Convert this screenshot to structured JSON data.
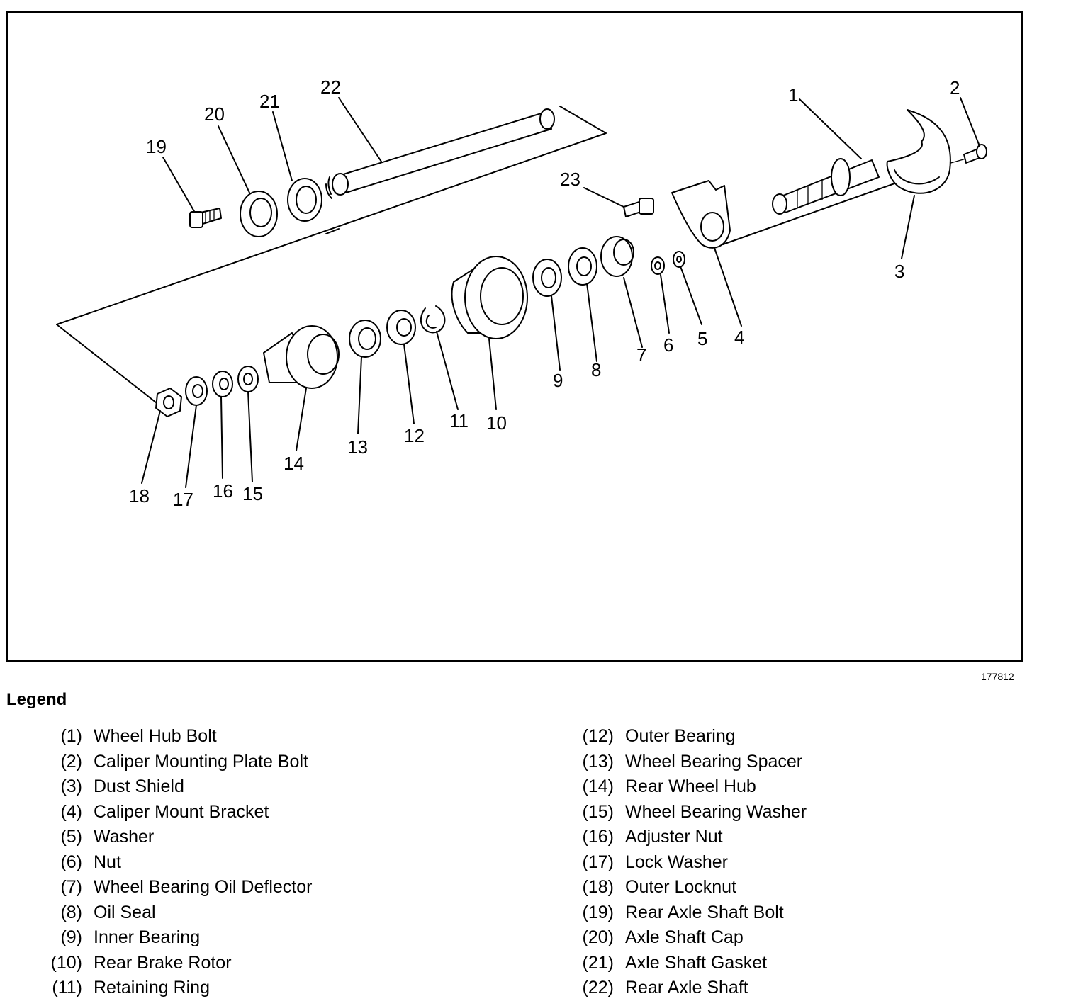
{
  "figure_id": "177812",
  "legend_title": "Legend",
  "callouts": [
    "1",
    "2",
    "3",
    "4",
    "5",
    "6",
    "7",
    "8",
    "9",
    "10",
    "11",
    "12",
    "13",
    "14",
    "15",
    "16",
    "17",
    "18",
    "19",
    "20",
    "21",
    "22",
    "23"
  ],
  "legend": {
    "left": [
      {
        "num": "(1)",
        "label": "Wheel Hub Bolt"
      },
      {
        "num": "(2)",
        "label": "Caliper Mounting Plate Bolt"
      },
      {
        "num": "(3)",
        "label": "Dust Shield"
      },
      {
        "num": "(4)",
        "label": "Caliper Mount Bracket"
      },
      {
        "num": "(5)",
        "label": "Washer"
      },
      {
        "num": "(6)",
        "label": "Nut"
      },
      {
        "num": "(7)",
        "label": "Wheel Bearing Oil Deflector"
      },
      {
        "num": "(8)",
        "label": "Oil Seal"
      },
      {
        "num": "(9)",
        "label": "Inner Bearing"
      },
      {
        "num": "(10)",
        "label": "Rear Brake Rotor"
      },
      {
        "num": "(11)",
        "label": "Retaining Ring"
      }
    ],
    "right": [
      {
        "num": "(12)",
        "label": "Outer Bearing"
      },
      {
        "num": "(13)",
        "label": "Wheel Bearing Spacer"
      },
      {
        "num": "(14)",
        "label": "Rear Wheel Hub"
      },
      {
        "num": "(15)",
        "label": "Wheel Bearing Washer"
      },
      {
        "num": "(16)",
        "label": "Adjuster Nut"
      },
      {
        "num": "(17)",
        "label": "Lock Washer"
      },
      {
        "num": "(18)",
        "label": "Outer Locknut"
      },
      {
        "num": "(19)",
        "label": "Rear Axle Shaft Bolt"
      },
      {
        "num": "(20)",
        "label": "Axle Shaft Cap"
      },
      {
        "num": "(21)",
        "label": "Axle Shaft Gasket"
      },
      {
        "num": "(22)",
        "label": "Rear Axle Shaft"
      }
    ]
  }
}
